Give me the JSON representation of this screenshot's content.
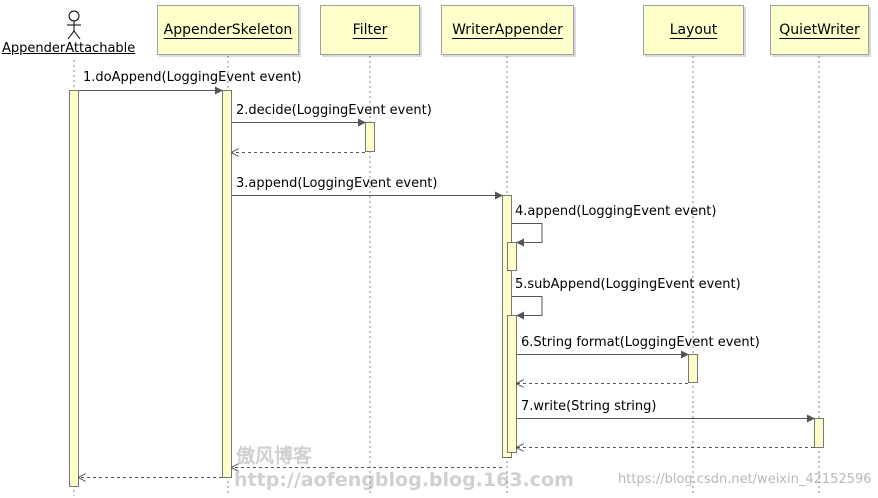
{
  "participants": {
    "actor": "AppenderAttachable",
    "appender_skeleton": "AppenderSkeleton",
    "filter": "Filter",
    "writer_appender": "WriterAppender",
    "layout": "Layout",
    "quiet_writer": "QuietWriter"
  },
  "messages": {
    "m1": "1.doAppend(LoggingEvent event)",
    "m2": "2.decide(LoggingEvent event)",
    "m3": "3.append(LoggingEvent event)",
    "m4": "4.append(LoggingEvent event)",
    "m5": "5.subAppend(LoggingEvent event)",
    "m6": "6.String format(LoggingEvent event)",
    "m7": "7.write(String string)"
  },
  "watermark": {
    "site_name": "傲风博客",
    "site_url": "http://aofengblog.blog.163.com",
    "csdn": "https://blog.csdn.net/weixin_42152596"
  },
  "colors": {
    "box_fill": "#ffffcc",
    "box_border": "#a0a0a0",
    "line": "#555555"
  }
}
